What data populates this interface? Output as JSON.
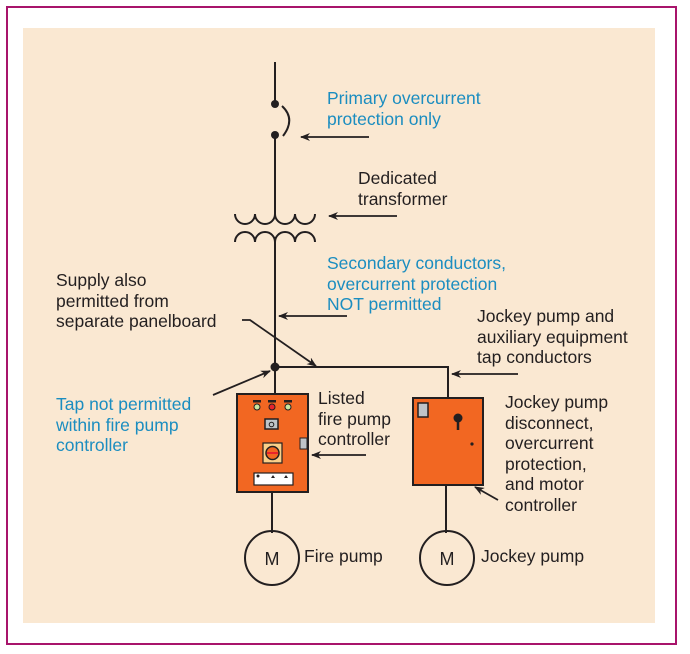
{
  "colors": {
    "frame": "#A8146B",
    "background": "#FAE8D2",
    "line": "#231F20",
    "callout_blue": "#1B8DC0",
    "enclosure_orange": "#F26722",
    "indicator_green": "#C8E6A0",
    "indicator_red": "#E8242C"
  },
  "labels": {
    "primary_ocp": [
      "Primary overcurrent",
      "protection only"
    ],
    "transformer": [
      "Dedicated",
      "transformer"
    ],
    "secondary": [
      "Secondary conductors,",
      "overcurrent protection",
      "NOT permitted"
    ],
    "supply_panelboard": [
      "Supply also",
      "permitted from",
      "separate panelboard"
    ],
    "jockey_tap": [
      "Jockey pump and",
      "auxiliary equipment",
      "tap conductors"
    ],
    "tap_not_permitted": [
      "Tap not permitted",
      "within fire pump",
      "controller"
    ],
    "fire_pump_controller": [
      "Listed",
      "fire pump",
      "controller"
    ],
    "jockey_controller": [
      "Jockey pump",
      "disconnect,",
      "overcurrent",
      "protection,",
      "and motor",
      "controller"
    ]
  },
  "motors": {
    "fire": {
      "symbol": "M",
      "label": "Fire pump"
    },
    "jockey": {
      "symbol": "M",
      "label": "Jockey pump"
    }
  },
  "icons": {
    "breaker": "circuit-breaker-icon",
    "transformer": "transformer-coil-icon",
    "motor": "motor-circle-icon",
    "selector": "rotary-disconnect-icon"
  }
}
